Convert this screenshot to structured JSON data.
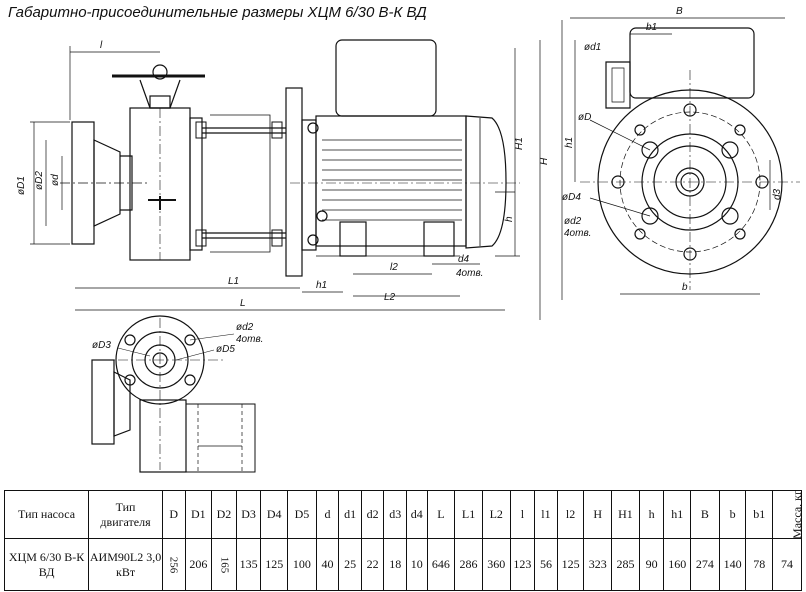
{
  "title": "Габаритно-присоединительные размеры ХЦМ 6/30 В-К ВД",
  "labels": {
    "l": "l",
    "phiD1": "øD1",
    "phiD2": "øD2",
    "phid": "ød",
    "L1": "L1",
    "L": "L",
    "h1_left": "h1",
    "l2": "l2",
    "L2": "L2",
    "d4": "d4",
    "otv4_a": "4отв.",
    "H1": "H1",
    "H": "H",
    "h": "h",
    "B": "B",
    "b1": "b1",
    "phid1": "ød1",
    "phiD": "øD",
    "h1_right": "h1",
    "phiD4": "øD4",
    "phid2": "ød2",
    "otv4_b": "4отв.",
    "b": "b",
    "d3": "d3",
    "phiD3": "øD3",
    "phid2_b": "ød2",
    "otv4_c": "4отв.",
    "phiD5": "øD5"
  },
  "table": {
    "headers": [
      {
        "key": "pump",
        "text": "Тип насоса"
      },
      {
        "key": "motor",
        "text": "Тип двигателя"
      },
      {
        "key": "D",
        "text": "D"
      },
      {
        "key": "D1",
        "text": "D1"
      },
      {
        "key": "D2",
        "text": "D2"
      },
      {
        "key": "D3",
        "text": "D3"
      },
      {
        "key": "D4",
        "text": "D4"
      },
      {
        "key": "D5",
        "text": "D5"
      },
      {
        "key": "d",
        "text": "d"
      },
      {
        "key": "d1",
        "text": "d1"
      },
      {
        "key": "d2",
        "text": "d2"
      },
      {
        "key": "d3",
        "text": "d3"
      },
      {
        "key": "d4",
        "text": "d4"
      },
      {
        "key": "L",
        "text": "L"
      },
      {
        "key": "L1",
        "text": "L1"
      },
      {
        "key": "L2",
        "text": "L2"
      },
      {
        "key": "l",
        "text": "l"
      },
      {
        "key": "l1",
        "text": "l1"
      },
      {
        "key": "l2",
        "text": "l2"
      },
      {
        "key": "H",
        "text": "H"
      },
      {
        "key": "H1",
        "text": "H1"
      },
      {
        "key": "h",
        "text": "h"
      },
      {
        "key": "h1",
        "text": "h1"
      },
      {
        "key": "B",
        "text": "B"
      },
      {
        "key": "b",
        "text": "b"
      },
      {
        "key": "b1",
        "text": "b1"
      },
      {
        "key": "mass",
        "text": "Масса, кг"
      }
    ],
    "row": {
      "pump": "ХЦМ 6/30 В-К ВД",
      "motor": "АИМ90L2 3,0 кВт",
      "D": "256",
      "D1": "206",
      "D2": "165",
      "D3": "135",
      "D4": "125",
      "D5": "100",
      "d": "40",
      "d1": "25",
      "d2": "22",
      "d3": "18",
      "d4": "10",
      "L": "646",
      "L1": "286",
      "L2": "360",
      "l": "123",
      "l1": "56",
      "l2": "125",
      "H": "323",
      "H1": "285",
      "h": "90",
      "h1": "160",
      "B": "274",
      "b": "140",
      "b1": "78",
      "mass": "74"
    }
  }
}
